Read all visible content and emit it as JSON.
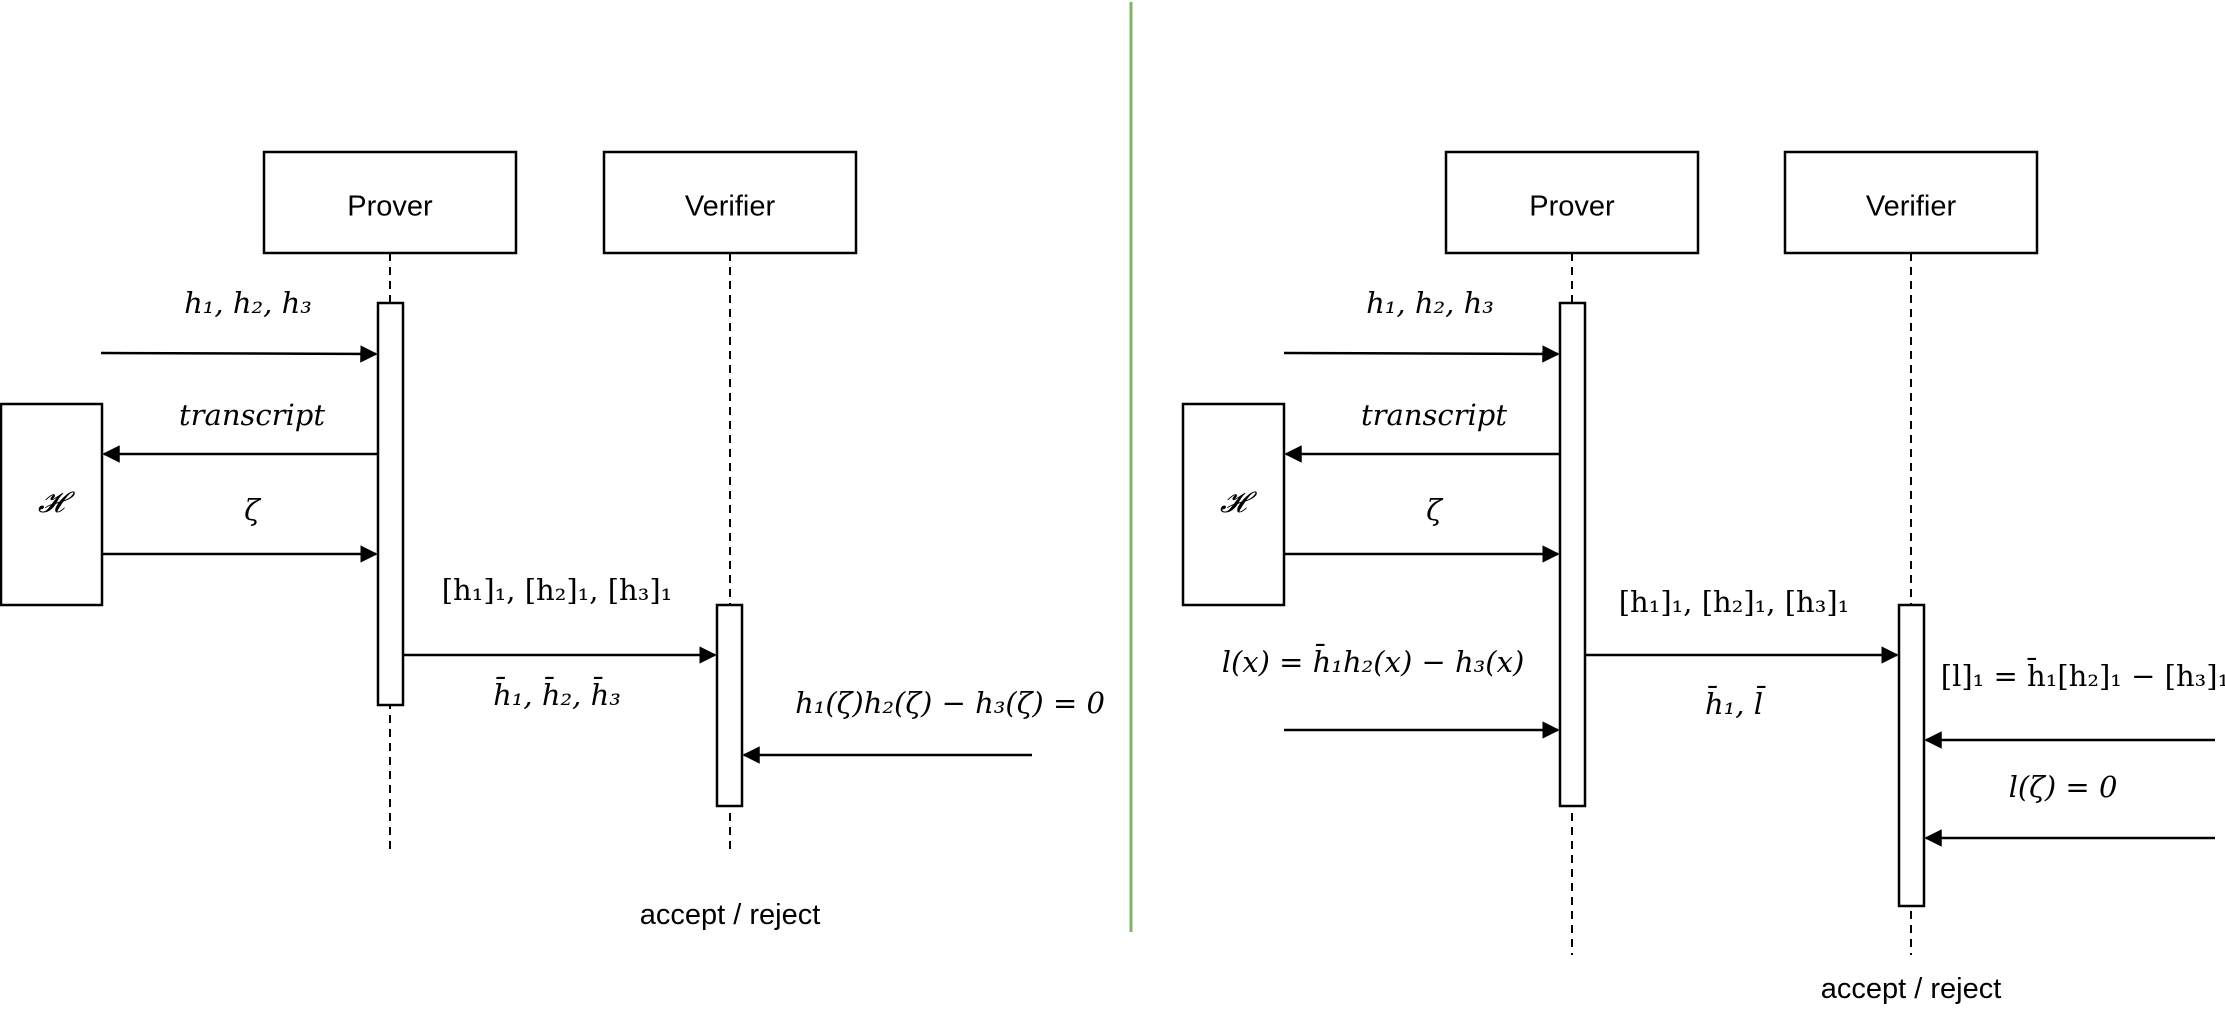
{
  "colors": {
    "divider": "#82b366",
    "ink": "#000000"
  },
  "left": {
    "prover_label": "Prover",
    "verifier_label": "Verifier",
    "oracle_label": "𝓗",
    "msg_commit": "h₁, h₂, h₃",
    "msg_transcript": "transcript",
    "msg_zeta": "ζ",
    "msg_commitments": "[h₁]₁, [h₂]₁, [h₃]₁",
    "msg_evals": "h̄₁, h̄₂, h̄₃",
    "check": "h₁(ζ)h₂(ζ) − h₃(ζ) = 0",
    "result": "accept / reject"
  },
  "right": {
    "prover_label": "Prover",
    "verifier_label": "Verifier",
    "oracle_label": "𝓗",
    "msg_commit": "h₁, h₂, h₃",
    "msg_transcript": "transcript",
    "msg_zeta": "ζ",
    "msg_linearize": "l(x) = h̄₁h₂(x) − h₃(x)",
    "msg_commitments": "[h₁]₁, [h₂]₁, [h₃]₁",
    "msg_evals": "h̄₁, l̄",
    "check_commitment": "[l]₁ = h̄₁[h₂]₁ − [h₃]₁",
    "check_eval": "l(ζ) = 0",
    "result": "accept / reject"
  }
}
